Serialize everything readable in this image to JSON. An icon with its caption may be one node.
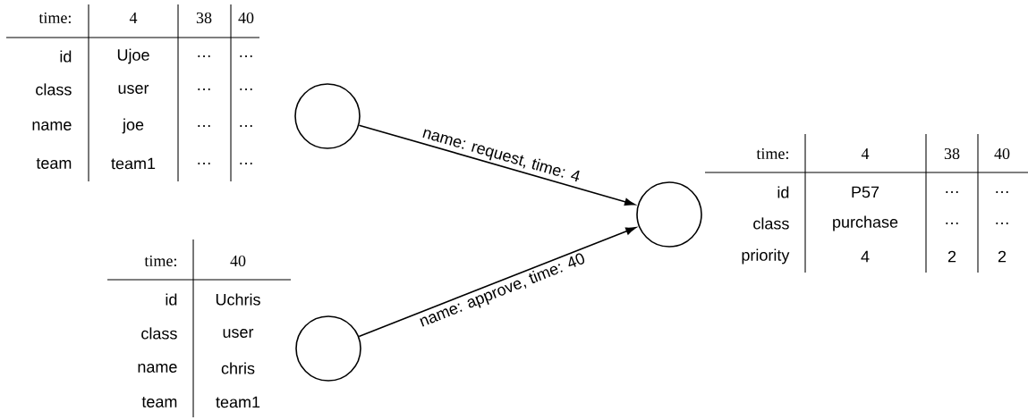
{
  "diagram": {
    "nodes": [
      {
        "text": [],
        "shape": "circle"
      },
      {
        "text": [],
        "shape": "circle"
      },
      {
        "text": [],
        "shape": "circle"
      }
    ],
    "edges": [
      {
        "from": 0,
        "to": 2,
        "arrow": "to",
        "label": "name: request, time: 4"
      },
      {
        "from": 1,
        "to": 2,
        "arrow": "to",
        "label": "name: approve, time: 40"
      }
    ],
    "labels": [
      "time:",
      "4",
      "38",
      "40",
      "id",
      "Ujoe",
      "…",
      "…",
      "class",
      "user",
      "…",
      "…",
      "name",
      "joe",
      "…",
      "…",
      "team",
      "team1",
      "…",
      "…",
      "time:",
      "4",
      "38",
      "40",
      "id",
      "P57",
      "…",
      "…",
      "class",
      "purchase",
      "…",
      "…",
      "time:",
      "40",
      "priority",
      "4",
      "2",
      "2",
      "id",
      "Uchris",
      "class",
      "user",
      "name",
      "chris",
      "team",
      "team1"
    ]
  }
}
